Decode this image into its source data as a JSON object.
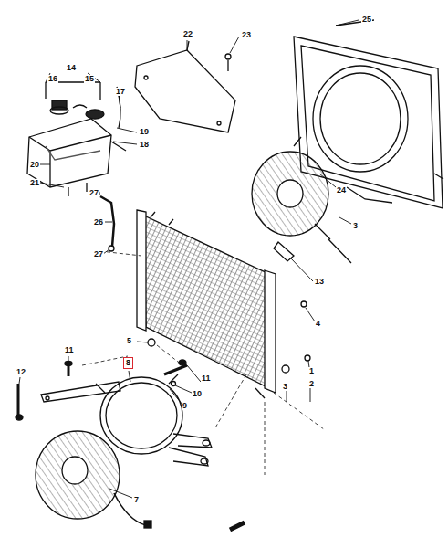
{
  "diagram": {
    "nodes": [
      {
        "text": [
          "8"
        ]
      }
    ],
    "labels": [
      "25",
      "22",
      "23",
      "14",
      "16",
      "15",
      "17",
      "19",
      "18",
      "20",
      "21",
      "27",
      "26",
      "27",
      "24",
      "3",
      "13",
      "4",
      "5",
      "11",
      "12",
      "11",
      "10",
      "9",
      "1",
      "2",
      "3",
      "7"
    ]
  }
}
